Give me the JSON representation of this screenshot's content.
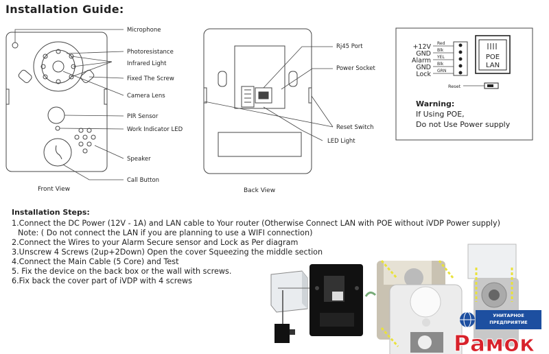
{
  "title": "Installation Guide:",
  "front_view": {
    "caption": "Front View",
    "labels": [
      "Microphone",
      "Photoresistance",
      "Infrared Light",
      "Fixed The Screw",
      "Camera Lens",
      "PIR Sensor",
      "Work Indicator LED",
      "Speaker",
      "Call Button"
    ]
  },
  "back_view": {
    "caption": "Back View",
    "labels": [
      "Rj45 Port",
      "Power Socket",
      "Reset Switch",
      "LED Light"
    ]
  },
  "wiring": {
    "pins": [
      "+12V",
      "GND",
      "Alarm",
      "GND",
      "Lock"
    ],
    "colors": [
      "Red",
      "Blk",
      "YEL",
      "Blk",
      "GRN"
    ],
    "poe_label_1": "POE",
    "poe_label_2": "LAN",
    "reset_label": "Reset",
    "warning_title": "Warning:",
    "warning_line1": "If Using POE,",
    "warning_line2": "Do not Use Power supply"
  },
  "steps": {
    "title": "Installation Steps:",
    "items": [
      "1.Connect the DC Power (12V - 1A) and LAN cable to Your router (Otherwise Connect LAN with POE without iVDP Power supply)",
      "Note: ( Do not connect the LAN if you are planning to use a WIFI connection)",
      "2.Connect the Wires to your Alarm Secure sensor and Lock as Per diagram",
      "3.Unscrew 4 Screws (2up+2Down) Open the cover Squeezing the middle section",
      "4.Connect the Main Cable (5 Core) and Test",
      "5. Fix the device on the back box or the wall with screws.",
      "6.Fix back the cover part of iVDP with 4 screws"
    ]
  },
  "logo": {
    "top_line": "УНИТАРНОЕ",
    "bottom_line": "ПРЕДПРИЯТИЕ",
    "name": "Рамок"
  },
  "colors": {
    "logo_red": "#d8222b",
    "logo_blue": "#1d4fa0",
    "dash_yellow": "#e9e23a"
  }
}
